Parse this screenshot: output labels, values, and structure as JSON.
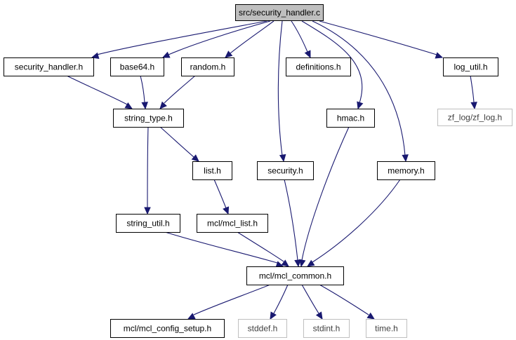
{
  "graph": {
    "colors": {
      "edge": "#191970",
      "root_fill": "#bfbfbf",
      "node_border": "#000000",
      "missing_border": "#bfbfbf",
      "missing_text": "#404040",
      "text": "#000000"
    },
    "nodes": [
      {
        "id": "root",
        "label": "src/security_handler.c",
        "style": "root",
        "icon": ""
      },
      {
        "id": "security_handler_h",
        "label": "security_handler.h",
        "style": "normal"
      },
      {
        "id": "base64_h",
        "label": "base64.h",
        "style": "normal"
      },
      {
        "id": "random_h",
        "label": "random.h",
        "style": "normal"
      },
      {
        "id": "definitions_h",
        "label": "definitions.h",
        "style": "normal"
      },
      {
        "id": "log_util_h",
        "label": "log_util.h",
        "style": "normal"
      },
      {
        "id": "zf_log_h",
        "label": "zf_log/zf_log.h",
        "style": "missing"
      },
      {
        "id": "string_type_h",
        "label": "string_type.h",
        "style": "normal"
      },
      {
        "id": "hmac_h",
        "label": "hmac.h",
        "style": "normal"
      },
      {
        "id": "list_h",
        "label": "list.h",
        "style": "normal"
      },
      {
        "id": "security_h",
        "label": "security.h",
        "style": "normal"
      },
      {
        "id": "memory_h",
        "label": "memory.h",
        "style": "normal"
      },
      {
        "id": "string_util_h",
        "label": "string_util.h",
        "style": "normal"
      },
      {
        "id": "mcl_list_h",
        "label": "mcl/mcl_list.h",
        "style": "normal"
      },
      {
        "id": "mcl_common_h",
        "label": "mcl/mcl_common.h",
        "style": "normal"
      },
      {
        "id": "mcl_config_setup_h",
        "label": "mcl/mcl_config_setup.h",
        "style": "normal"
      },
      {
        "id": "stddef_h",
        "label": "stddef.h",
        "style": "missing"
      },
      {
        "id": "stdint_h",
        "label": "stdint.h",
        "style": "missing"
      },
      {
        "id": "time_h",
        "label": "time.h",
        "style": "missing"
      }
    ],
    "edges": [
      {
        "from": "root",
        "to": "security_handler_h"
      },
      {
        "from": "root",
        "to": "base64_h"
      },
      {
        "from": "root",
        "to": "random_h"
      },
      {
        "from": "root",
        "to": "definitions_h"
      },
      {
        "from": "root",
        "to": "log_util_h"
      },
      {
        "from": "root",
        "to": "hmac_h"
      },
      {
        "from": "root",
        "to": "security_h"
      },
      {
        "from": "root",
        "to": "memory_h"
      },
      {
        "from": "security_handler_h",
        "to": "string_type_h"
      },
      {
        "from": "base64_h",
        "to": "string_type_h"
      },
      {
        "from": "random_h",
        "to": "string_type_h"
      },
      {
        "from": "log_util_h",
        "to": "zf_log_h"
      },
      {
        "from": "string_type_h",
        "to": "list_h"
      },
      {
        "from": "string_type_h",
        "to": "string_util_h"
      },
      {
        "from": "list_h",
        "to": "mcl_list_h"
      },
      {
        "from": "hmac_h",
        "to": "mcl_common_h"
      },
      {
        "from": "security_h",
        "to": "mcl_common_h"
      },
      {
        "from": "memory_h",
        "to": "mcl_common_h"
      },
      {
        "from": "string_util_h",
        "to": "mcl_common_h"
      },
      {
        "from": "mcl_list_h",
        "to": "mcl_common_h"
      },
      {
        "from": "mcl_common_h",
        "to": "mcl_config_setup_h"
      },
      {
        "from": "mcl_common_h",
        "to": "stddef_h"
      },
      {
        "from": "mcl_common_h",
        "to": "stdint_h"
      },
      {
        "from": "mcl_common_h",
        "to": "time_h"
      }
    ]
  }
}
